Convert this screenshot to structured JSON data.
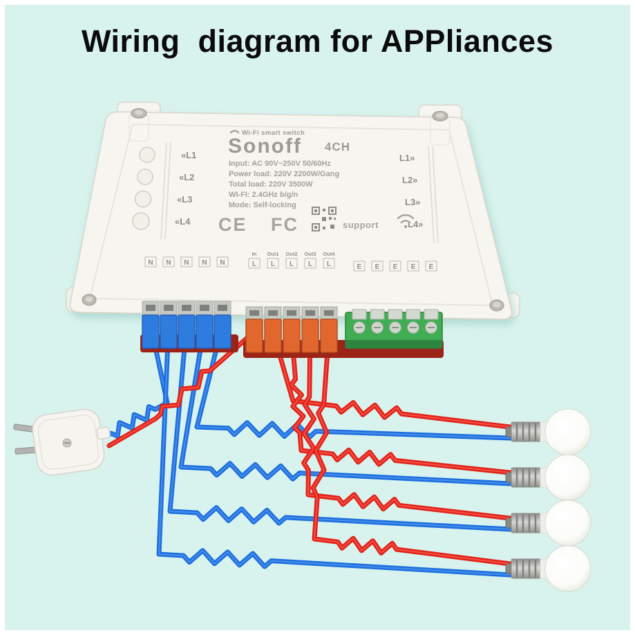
{
  "title": "Wiring  diagram for APPliances",
  "device": {
    "tagline": "Wi-Fi smart switch",
    "brand": "Sonoff",
    "model": "4CH",
    "specs": [
      "Input: AC 90V~250V 50/60Hz",
      "Power load: 220V 2200W/Gang",
      "Total load: 220V 3500W",
      "WI-FI: 2.4GHz b/g/n",
      "Mode: Self-locking"
    ],
    "channels_left": [
      "«L1",
      "«L2",
      "«L3",
      "«L4"
    ],
    "channels_right": [
      "L1»",
      "L2»",
      "L3»",
      "L4»"
    ],
    "certs": {
      "ce": "CE",
      "fcc": "FC",
      "support": "support"
    },
    "terminals": {
      "neutral_labels": [
        "N",
        "N",
        "N",
        "N",
        "N"
      ],
      "line_header": [
        "In",
        "Out1",
        "Out2",
        "Out3",
        "Out4"
      ],
      "line_labels": [
        "L",
        "L",
        "L",
        "L",
        "L"
      ],
      "earth_labels": [
        "E",
        "E",
        "E",
        "E",
        "E"
      ]
    }
  },
  "colors": {
    "background": "#d8f3ee",
    "wire_neutral": "#1d6fe0",
    "wire_live": "#e32118",
    "terminal_neutral": "#2f7ce0",
    "terminal_live": "#e2672e",
    "terminal_earth": "#3fae53"
  }
}
